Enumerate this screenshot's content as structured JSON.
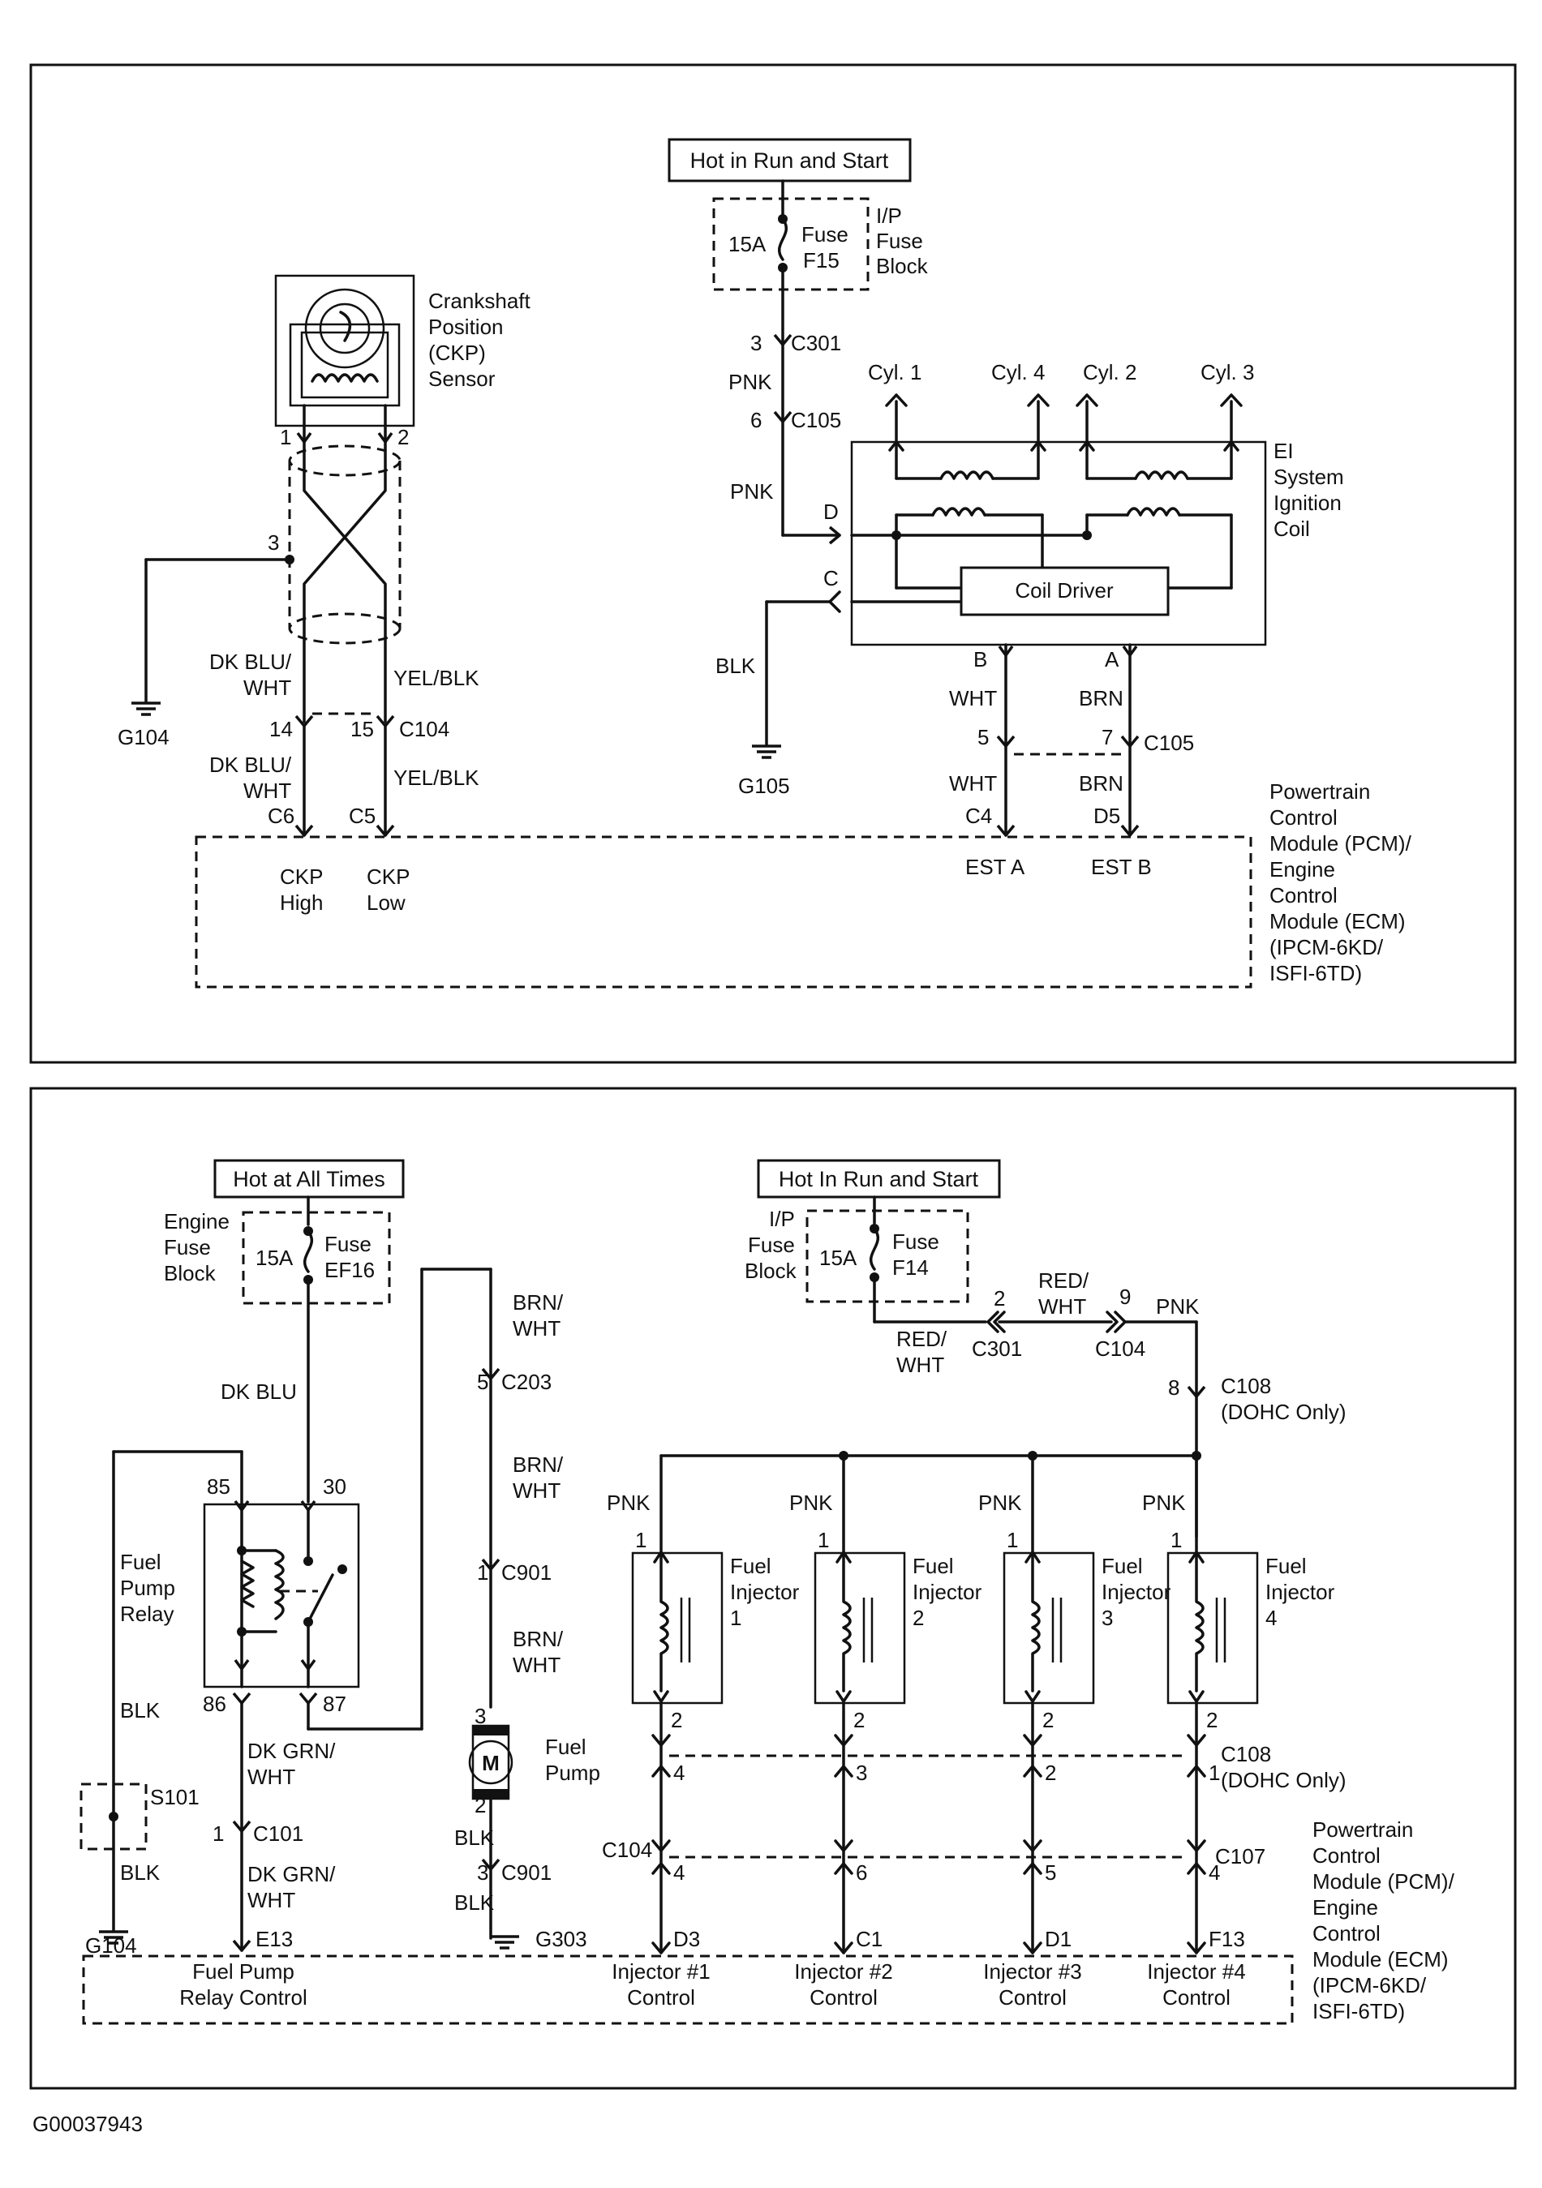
{
  "top": {
    "power_label": "Hot in Run and Start",
    "fuse": {
      "amps": "15A",
      "name_1": "Fuse",
      "name_2": "F15"
    },
    "fuse_block": [
      "I/P",
      "Fuse",
      "Block"
    ],
    "ckp_sensor": [
      "Crankshaft",
      "Position",
      "(CKP)",
      "Sensor"
    ],
    "ckp_pins": {
      "p1": "1",
      "p2": "2",
      "p3": "3"
    },
    "ground_g104": "G104",
    "ground_g105": "G105",
    "wire_dkbluwht": [
      "DK BLU/",
      "WHT"
    ],
    "wire_yelblk": "YEL/BLK",
    "c104_pins": {
      "a": "14",
      "b": "15"
    },
    "c104": "C104",
    "pcm_pins": {
      "c6": "C6",
      "c5": "C5",
      "c4": "C4",
      "d5": "D5"
    },
    "ckp_high": [
      "CKP",
      "High"
    ],
    "ckp_low": [
      "CKP",
      "Low"
    ],
    "est_a": "EST A",
    "est_b": "EST B",
    "pcm_label": [
      "Powertrain",
      "Control",
      "Module (PCM)/",
      "Engine",
      "Control",
      "Module (ECM)",
      "(IPCM-6KD/",
      "ISFI-6TD)"
    ],
    "c301": {
      "pin": "3",
      "name": "C301"
    },
    "c105_top": {
      "pin": "6",
      "name": "C105"
    },
    "pnk": "PNK",
    "cylinders": [
      "Cyl. 1",
      "Cyl. 4",
      "Cyl. 2",
      "Cyl. 3"
    ],
    "coil_label": [
      "EI",
      "System",
      "Ignition",
      "Coil"
    ],
    "coil_driver": "Coil Driver",
    "coil_pins": {
      "d": "D",
      "c": "C",
      "b": "B",
      "a": "A"
    },
    "blk": "BLK",
    "wht": "WHT",
    "brn": "BRN",
    "c105_bottom": {
      "pin_a": "5",
      "pin_b": "7",
      "name": "C105"
    }
  },
  "bottom": {
    "power_always": "Hot at All Times",
    "engine_fuse_block": [
      "Engine",
      "Fuse",
      "Block"
    ],
    "fuse_ef16": {
      "amps": "15A",
      "name_1": "Fuse",
      "name_2": "EF16"
    },
    "dk_blu": "DK BLU",
    "relay_pins": {
      "p85": "85",
      "p30": "30",
      "p86": "86",
      "p87": "87"
    },
    "relay_label": [
      "Fuel",
      "Pump",
      "Relay"
    ],
    "blk": "BLK",
    "s101": "S101",
    "g104": "G104",
    "dk_grn_wht": [
      "DK GRN/",
      "WHT"
    ],
    "c101": {
      "pin": "1",
      "name": "C101"
    },
    "e13": "E13",
    "relay_control": [
      "Fuel Pump",
      "Relay Control"
    ],
    "brn_wht": [
      "BRN/",
      "WHT"
    ],
    "c203": {
      "pin": "5",
      "name": "C203"
    },
    "c901_a": {
      "pin": "1",
      "name": "C901"
    },
    "pump_pins": {
      "p3": "3",
      "p2": "2"
    },
    "pump_letter": "M",
    "pump_label": [
      "Fuel",
      "Pump"
    ],
    "c901_b": {
      "pin": "3",
      "name": "C901"
    },
    "g303": "G303",
    "power_run": "Hot In Run and Start",
    "ip_fuse_block": [
      "I/P",
      "Fuse",
      "Block"
    ],
    "fuse_f14": {
      "amps": "15A",
      "name_1": "Fuse",
      "name_2": "F14"
    },
    "red_wht": [
      "RED/",
      "WHT"
    ],
    "c301": {
      "pin": "2",
      "name": "C301"
    },
    "c104_top": {
      "pin": "9",
      "name": "C104"
    },
    "pnk": "PNK",
    "c108_top": {
      "pin": "8",
      "name": "C108",
      "note": "(DOHC Only)"
    },
    "injectors": [
      {
        "label": [
          "Fuel",
          "Injector",
          "1"
        ],
        "pin_top": "1",
        "pin_bottom": "2",
        "c108_pin": "4",
        "c104_pin": "4",
        "pcm_pin": "D3",
        "control": [
          "Injector #1",
          "Control"
        ]
      },
      {
        "label": [
          "Fuel",
          "Injector",
          "2"
        ],
        "pin_top": "1",
        "pin_bottom": "2",
        "c108_pin": "3",
        "c104_pin": "6",
        "pcm_pin": "C1",
        "control": [
          "Injector #2",
          "Control"
        ]
      },
      {
        "label": [
          "Fuel",
          "Injector",
          "3"
        ],
        "pin_top": "1",
        "pin_bottom": "2",
        "c108_pin": "2",
        "c104_pin": "5",
        "pcm_pin": "D1",
        "control": [
          "Injector #3",
          "Control"
        ]
      },
      {
        "label": [
          "Fuel",
          "Injector",
          "4"
        ],
        "pin_top": "1",
        "pin_bottom": "2",
        "c108_pin": "1",
        "c104_pin": "4",
        "pcm_pin": "F13",
        "control": [
          "Injector #4",
          "Control"
        ]
      }
    ],
    "c108_bottom": {
      "name": "C108",
      "note": "(DOHC Only)"
    },
    "c104_bottom": "C104",
    "c107": "C107",
    "pcm_label": [
      "Powertrain",
      "Control",
      "Module (PCM)/",
      "Engine",
      "Control",
      "Module (ECM)",
      "(IPCM-6KD/",
      "ISFI-6TD)"
    ]
  },
  "figure_id": "G00037943"
}
